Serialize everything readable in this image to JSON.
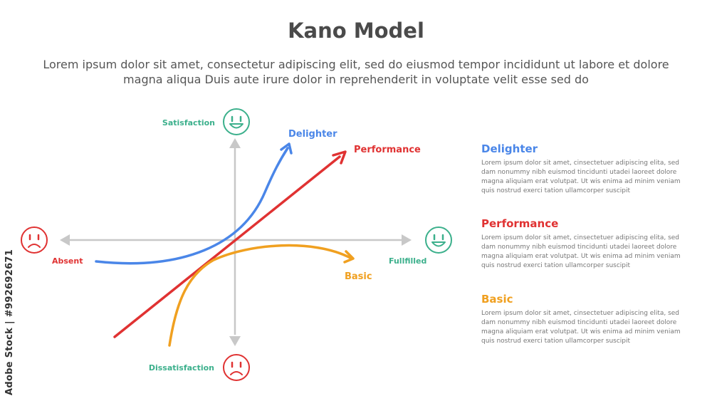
{
  "title": "Kano Model",
  "subtitle": "Lorem ipsum dolor sit amet, consectetur adipiscing elit, sed do eiusmod tempor incididunt ut labore et dolore magna aliqua Duis aute irure dolor in reprehenderit in voluptate velit esse sed do",
  "axes": {
    "top": "Satisfaction",
    "bottom": "Dissatisfaction",
    "left": "Absent",
    "right": "Fullfilled"
  },
  "curves": {
    "delighter": "Delighter",
    "performance": "Performance",
    "basic": "Basic"
  },
  "legend": [
    {
      "title": "Delighter",
      "text": "Lorem ipsum dolor sit amet, cinsectetuer adipiscing elita, sed dam nonummy nibh euismod tincidunti utadei laoreet dolore magna aliquiam erat volutpat. Ut wis enima ad minim veniam quis nostrud exerci tation ullamcorper suscipit"
    },
    {
      "title": "Performance",
      "text": "Lorem ipsum dolor sit amet, cinsectetuer adipiscing elita, sed dam nonummy nibh euismod tincidunti utadei laoreet dolore magna aliquiam erat volutpat. Ut wis enima ad minim veniam quis nostrud exerci tation ullamcorper suscipit"
    },
    {
      "title": "Basic",
      "text": "Lorem ipsum dolor sit amet, cinsectetuer adipiscing elita, sed dam nonummy nibh euismod tincidunti utadei laoreet dolore magna aliquiam erat volutpat. Ut wis enima ad minim veniam quis nostrud exerci tation ullamcorper suscipit"
    }
  ],
  "watermark": "Adobe Stock | #992692671",
  "colors": {
    "delighter": "#4a86e8",
    "performance": "#e03232",
    "basic": "#f0a020",
    "satisfied": "#3cb08c",
    "unsatisfied": "#e03232",
    "axis": "#c8c8c8"
  },
  "icons": {
    "satisfaction": "happy-face-icon",
    "dissatisfaction": "sad-face-icon",
    "absent": "sad-face-icon",
    "fulfilled": "happy-face-icon"
  }
}
